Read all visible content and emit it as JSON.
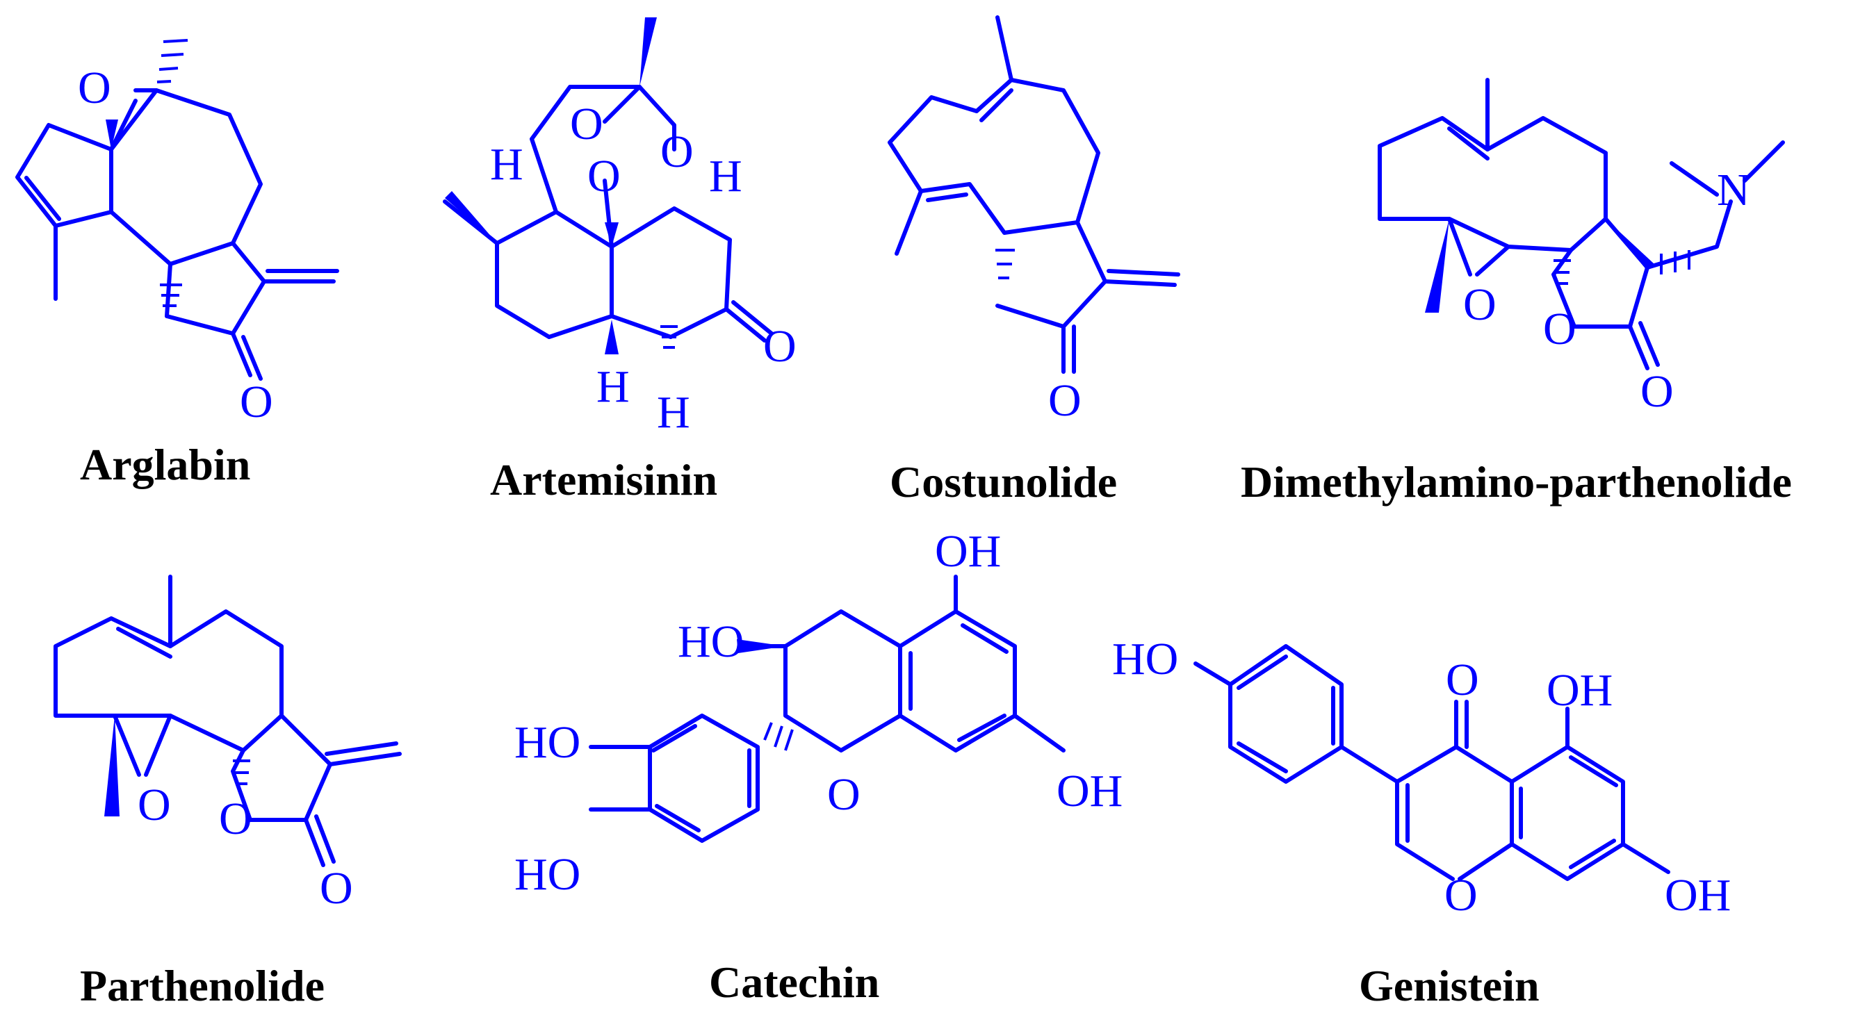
{
  "colors": {
    "bonds": "#0000ff",
    "labels": "#000000",
    "background": "#ffffff"
  },
  "compounds": [
    {
      "name": "Arglabin",
      "atoms": [
        "O",
        "O"
      ]
    },
    {
      "name": "Artemisinin",
      "atoms": [
        "H",
        "O",
        "O",
        "O",
        "H",
        "O",
        "H",
        "H"
      ]
    },
    {
      "name": "Costunolide",
      "atoms": [
        "O"
      ]
    },
    {
      "name": "Dimethylamino-parthenolide",
      "atoms": [
        "N",
        "O",
        "O",
        "O"
      ]
    },
    {
      "name": "Parthenolide",
      "atoms": [
        "O",
        "O",
        "O"
      ]
    },
    {
      "name": "Catechin",
      "atoms": [
        "OH",
        "HO",
        "HO",
        "HO",
        "O",
        "OH"
      ]
    },
    {
      "name": "Genistein",
      "atoms": [
        "HO",
        "O",
        "OH",
        "O",
        "OH"
      ]
    }
  ]
}
